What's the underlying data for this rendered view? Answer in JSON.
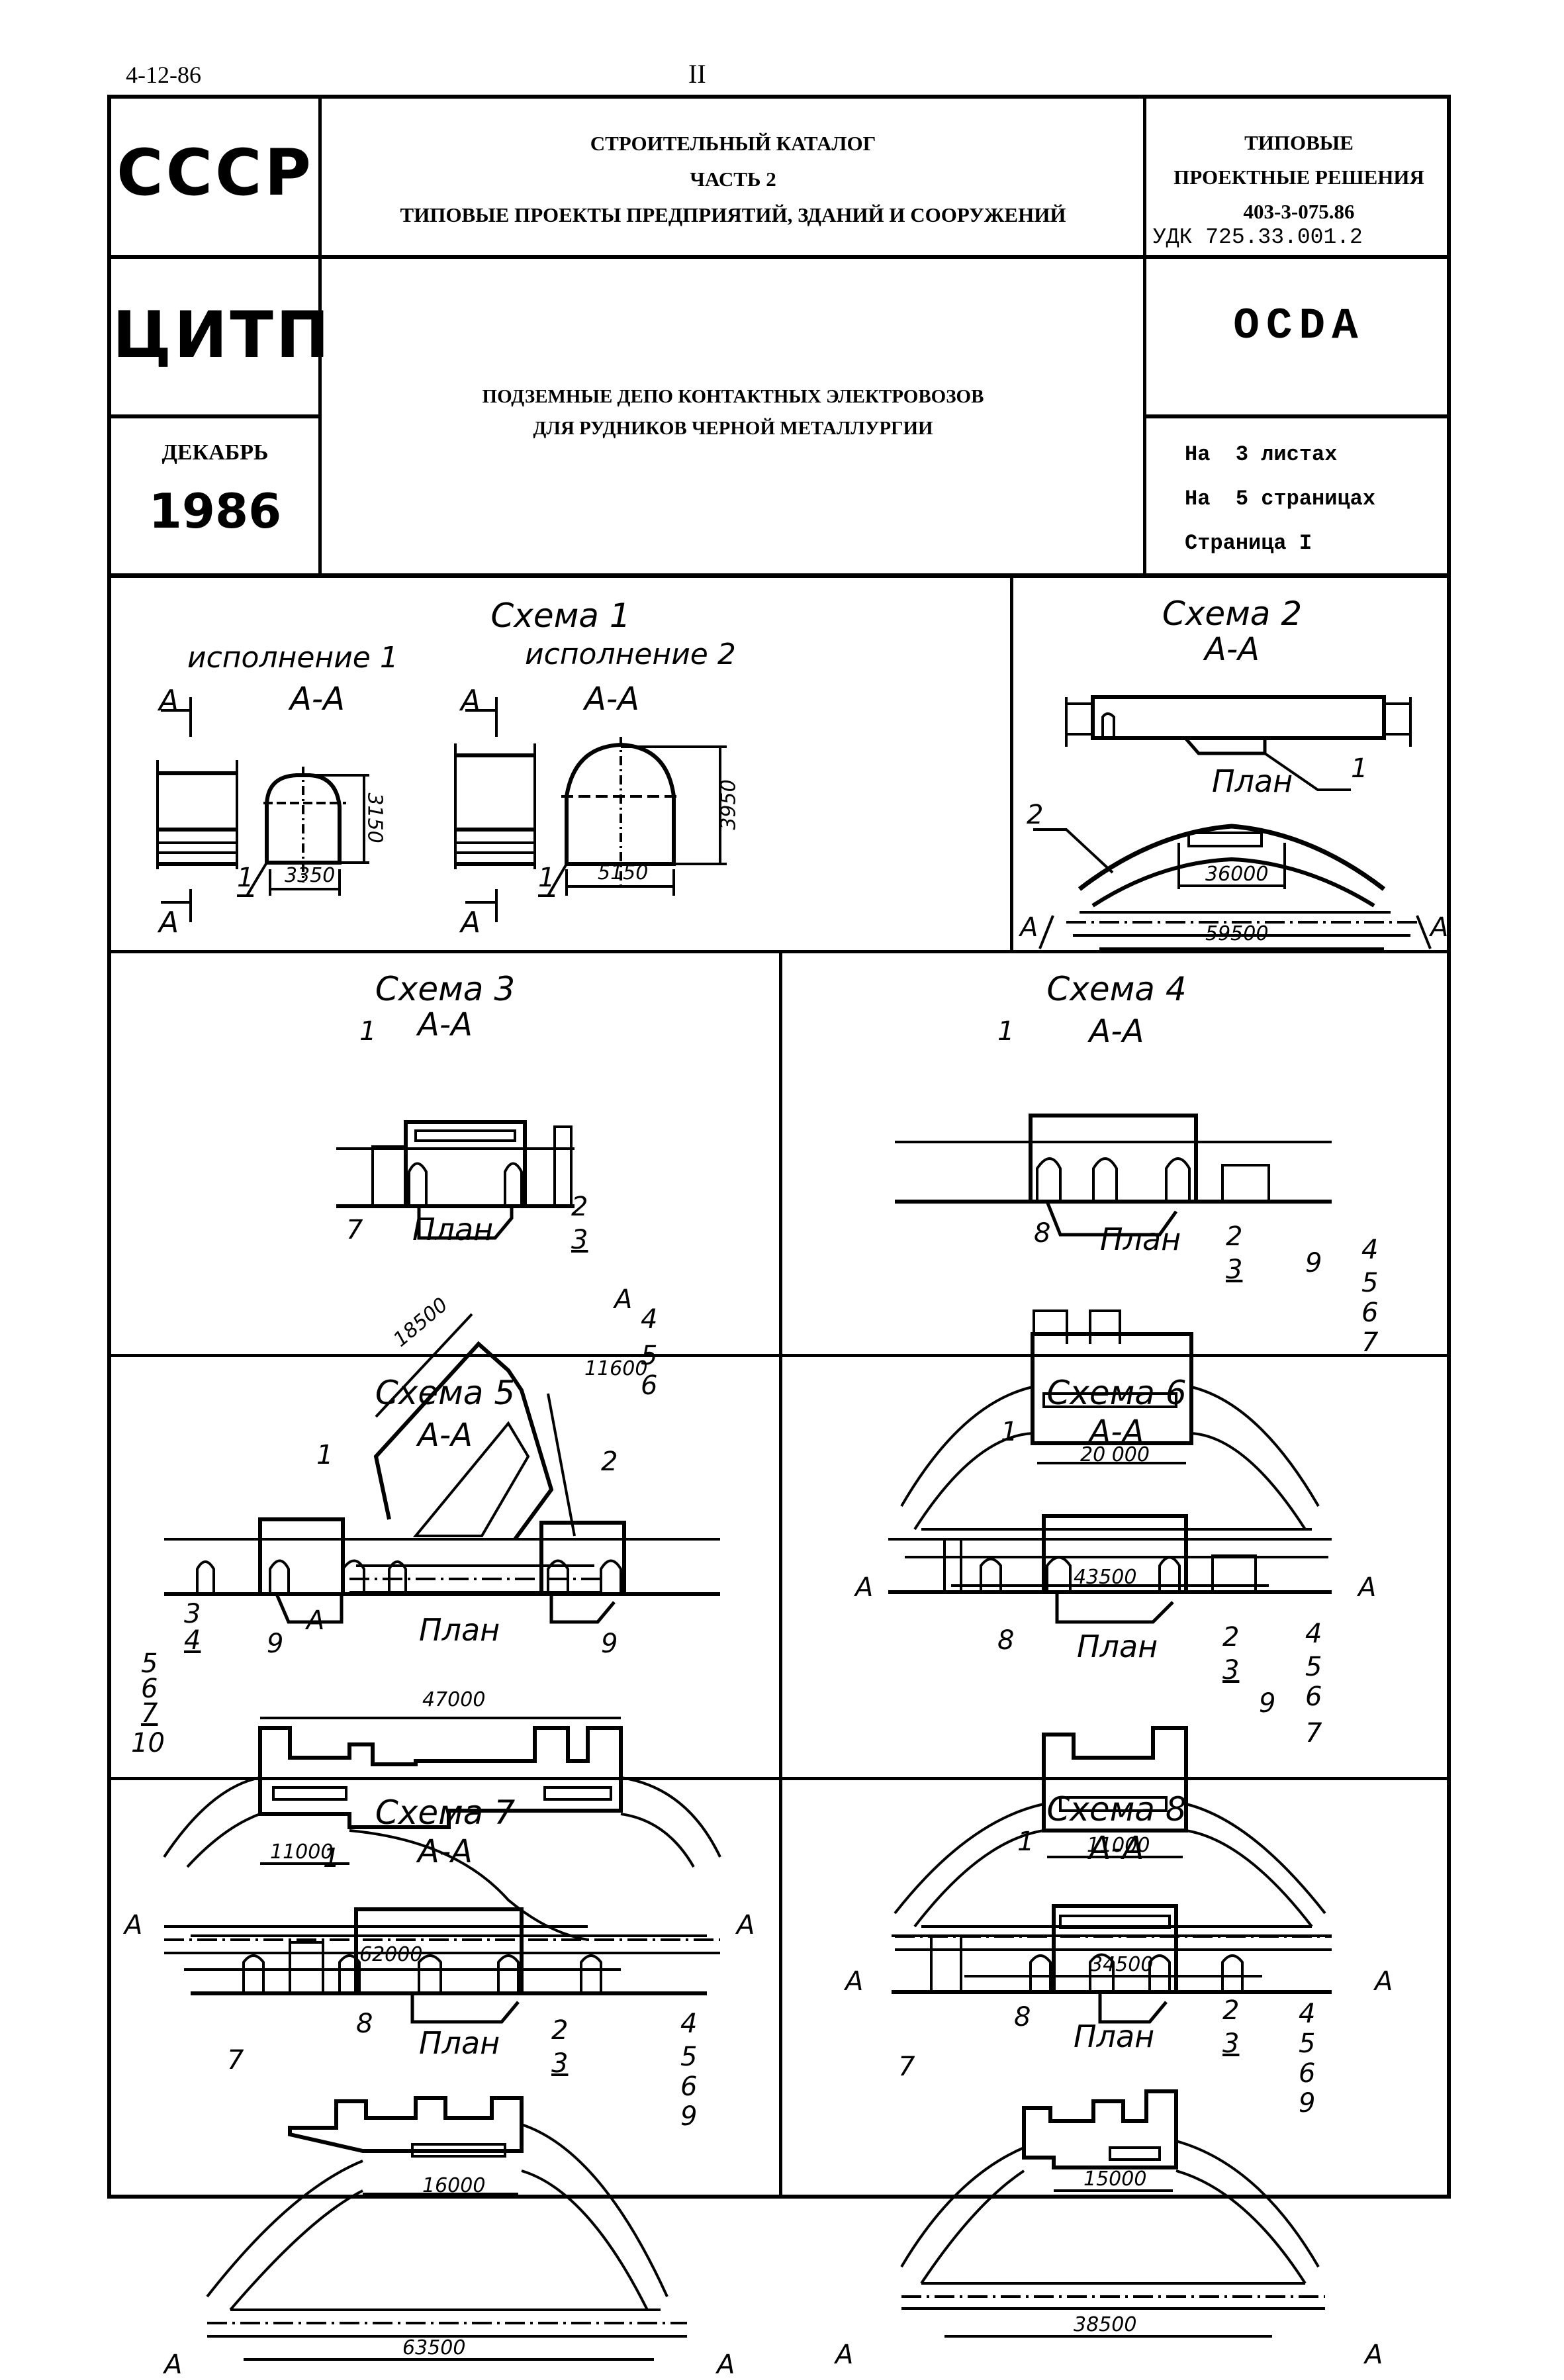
{
  "page": {
    "date_code": "4-12-86",
    "page_number": "II"
  },
  "header": {
    "country": "СССР",
    "org": "ЦИТП",
    "month": "ДЕКАБРЬ",
    "year": "1986",
    "catalog_lines": [
      "СТРОИТЕЛЬНЫЙ КАТАЛОГ",
      "ЧАСТЬ  2",
      "ТИПОВЫЕ ПРОЕКТЫ ПРЕДПРИЯТИЙ, ЗДАНИЙ И СООРУЖЕНИЙ"
    ],
    "typical_lines": [
      "ТИПОВЫЕ",
      "ПРОЕКТНЫЕ РЕШЕНИЯ",
      "403-3-075.86"
    ],
    "udk": "УДК 725.33.001.2",
    "code": "OCDA",
    "title_lines": [
      "ПОДЗЕМНЫЕ ДЕПО КОНТАКТНЫХ ЭЛЕКТРОВОЗОВ",
      "ДЛЯ РУДНИКОВ  ЧЕРНОЙ МЕТАЛЛУРГИИ"
    ],
    "sheets": "На  3 листах",
    "pages": "На  5 страницах",
    "current_page": "Страница I"
  },
  "schemes": {
    "s1": {
      "title": "Схема 1",
      "variant1": "исполнение 1",
      "variant2": "исполнение 2",
      "section": "А-А",
      "cut_mark": "А",
      "callout": "1",
      "v1_width": "3350",
      "v1_height": "3150",
      "v2_width": "5150",
      "v2_height": "3950"
    },
    "s2": {
      "title": "Схема 2",
      "section": "А-А",
      "plan": "План",
      "callouts": [
        "1",
        "2"
      ],
      "dim_inner": "36000",
      "dim_outer": "59500",
      "cut_mark": "А"
    },
    "s3": {
      "title": "Схема 3",
      "section": "А-А",
      "plan": "План",
      "callouts": [
        "1",
        "7",
        "2",
        "3",
        "4",
        "5",
        "6"
      ],
      "dim_a": "18500",
      "dim_b": "11600",
      "cut_mark": "А"
    },
    "s4": {
      "title": "Схема 4",
      "section": "А-А",
      "plan": "План",
      "callouts": [
        "1",
        "8",
        "2",
        "3",
        "9",
        "4",
        "5",
        "6",
        "7"
      ],
      "dim_inner": "20 000",
      "dim_outer": "43500",
      "cut_mark": "А"
    },
    "s5": {
      "title": "Схема 5",
      "section": "А-А",
      "plan": "План",
      "callouts": [
        "1",
        "2",
        "3",
        "4",
        "9",
        "9",
        "5",
        "6",
        "7",
        "10"
      ],
      "dim_top": "47000",
      "dim_inner": "11000",
      "dim_outer": "62000",
      "cut_mark": "А"
    },
    "s6": {
      "title": "Схема 6",
      "section": "А-А",
      "plan": "План",
      "callouts": [
        "1",
        "8",
        "2",
        "3",
        "4",
        "5",
        "6",
        "9",
        "7"
      ],
      "dim_inner": "11000",
      "dim_outer": "34500",
      "cut_mark": "А"
    },
    "s7": {
      "title": "Схема 7",
      "section": "А-А",
      "plan": "План",
      "callouts": [
        "1",
        "8",
        "7",
        "2",
        "3",
        "4",
        "5",
        "6",
        "9"
      ],
      "dim_inner": "16000",
      "dim_outer": "63500",
      "cut_mark": "А"
    },
    "s8": {
      "title": "Схема 8",
      "section": "А-А",
      "plan": "План",
      "callouts": [
        "1",
        "8",
        "7",
        "2",
        "3",
        "4",
        "5",
        "6",
        "9"
      ],
      "dim_inner": "15000",
      "dim_outer": "38500",
      "cut_mark": "А"
    }
  }
}
